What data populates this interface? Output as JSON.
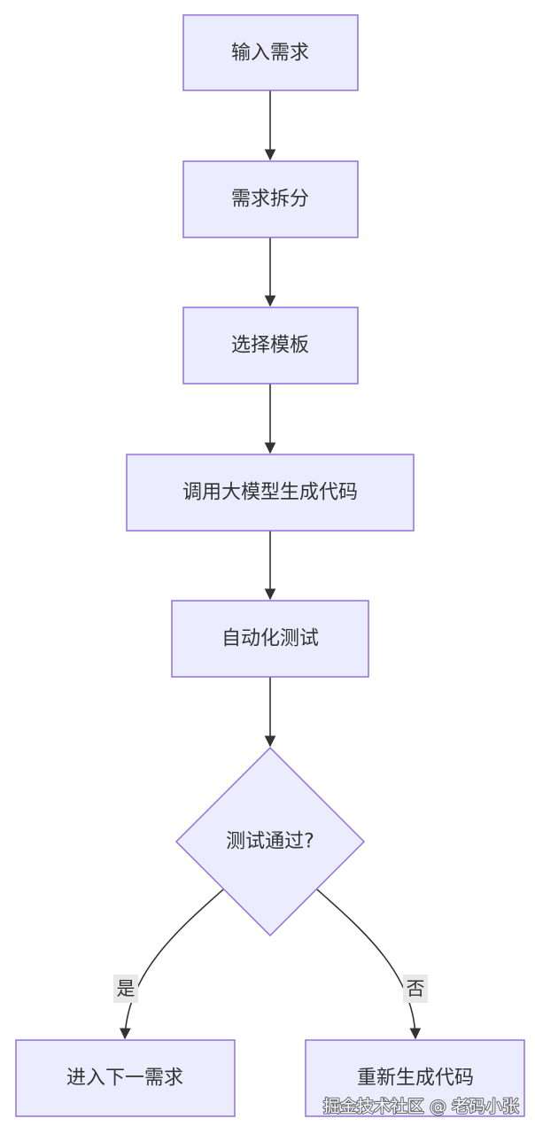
{
  "flowchart": {
    "nodes": {
      "input": "输入需求",
      "split": "需求拆分",
      "template": "选择模板",
      "generate": "调用大模型生成代码",
      "test": "自动化测试",
      "decision": "测试通过?",
      "next": "进入下一需求",
      "regen": "重新生成代码"
    },
    "edges": {
      "yes": "是",
      "no": "否"
    }
  },
  "watermark": "掘金技术社区 @ 老码小张",
  "colors": {
    "node_fill": "#ececff",
    "node_stroke": "#9370db",
    "edge": "#333333",
    "text": "#333333"
  }
}
